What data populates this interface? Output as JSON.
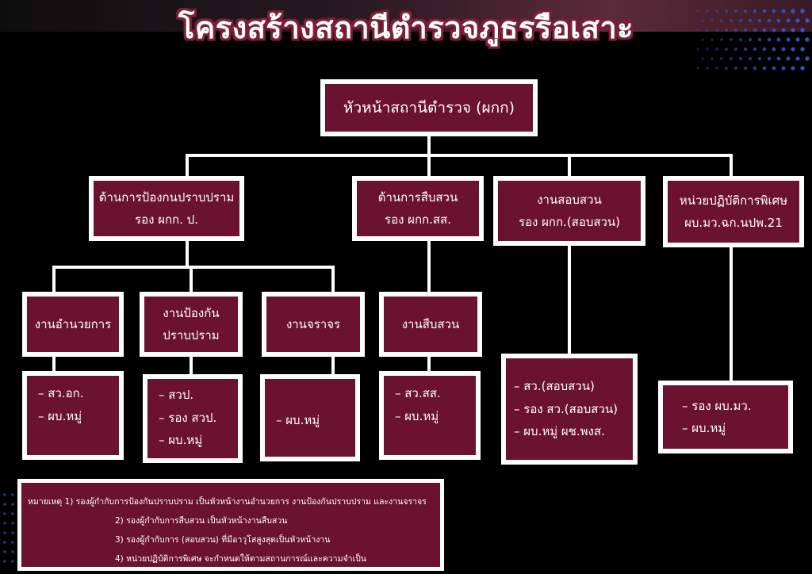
{
  "title": "โครงสร้างสถานีตำรวจภูธรรือเสาะ",
  "head": "หัวหน้าสถานีตำรวจ (ผกก)",
  "divisions": [
    {
      "line1": "ด้านการป้องกนปราบปราม",
      "line2": "รอง ผกก. ป."
    },
    {
      "line1": "ด้านการสืบสวน",
      "line2": "รอง ผกก.สส."
    },
    {
      "line1": "งานสอบสวน",
      "line2": "รอง ผกก.(สอบสวน)"
    },
    {
      "line1": "หน่วยปฏิบัติการพิเศษ",
      "line2": "ผบ.มว.ฉก.นปพ.21"
    }
  ],
  "units": {
    "admin": "งานอำนวยการ",
    "prevent_1": "งานป้องกัน",
    "prevent_2": "ปราบปราม",
    "traffic": "งานจราจร",
    "invest": "งานสืบสวน"
  },
  "lists": {
    "admin": [
      "– สว.อก.",
      "– ผบ.หมู่"
    ],
    "prevent": [
      "– สวป.",
      "– รอง สวป.",
      "– ผบ.หมู่"
    ],
    "traffic": [
      "– ผบ.หมู่"
    ],
    "invest": [
      "– สว.สส.",
      "– ผบ.หมู่"
    ],
    "inquiry": [
      "– สว.(สอบสวน)",
      "– รอง สว.(สอบสวน)",
      "– ผบ.หมู่ ผช.พงส."
    ],
    "special": [
      "– รอง ผบ.มว.",
      "– ผบ.หมู่"
    ]
  },
  "notes": [
    "หมายเหตุ 1) รองผู้กำกับการป้องกันปราบปราม เป็นหัวหน้างานอำนวยการ งานป้องกันปราบปราม และงานจราจร",
    "2) รองผู้กำกับการสืบสวน เป็นหัวหน้างานสืบสวน",
    "3) รองผู้กำกับการ (สอบสวน) ที่มีอาวุโสสูงสุดเป็นหัวหน้างาน",
    "4) หน่วยปฏิบัติการพิเศษ จะกำหนดให้ตามสถานการณ์และความจำเป็น"
  ],
  "colors": {
    "box": "#6b1230",
    "border": "#ffffff",
    "background": "#000000"
  }
}
